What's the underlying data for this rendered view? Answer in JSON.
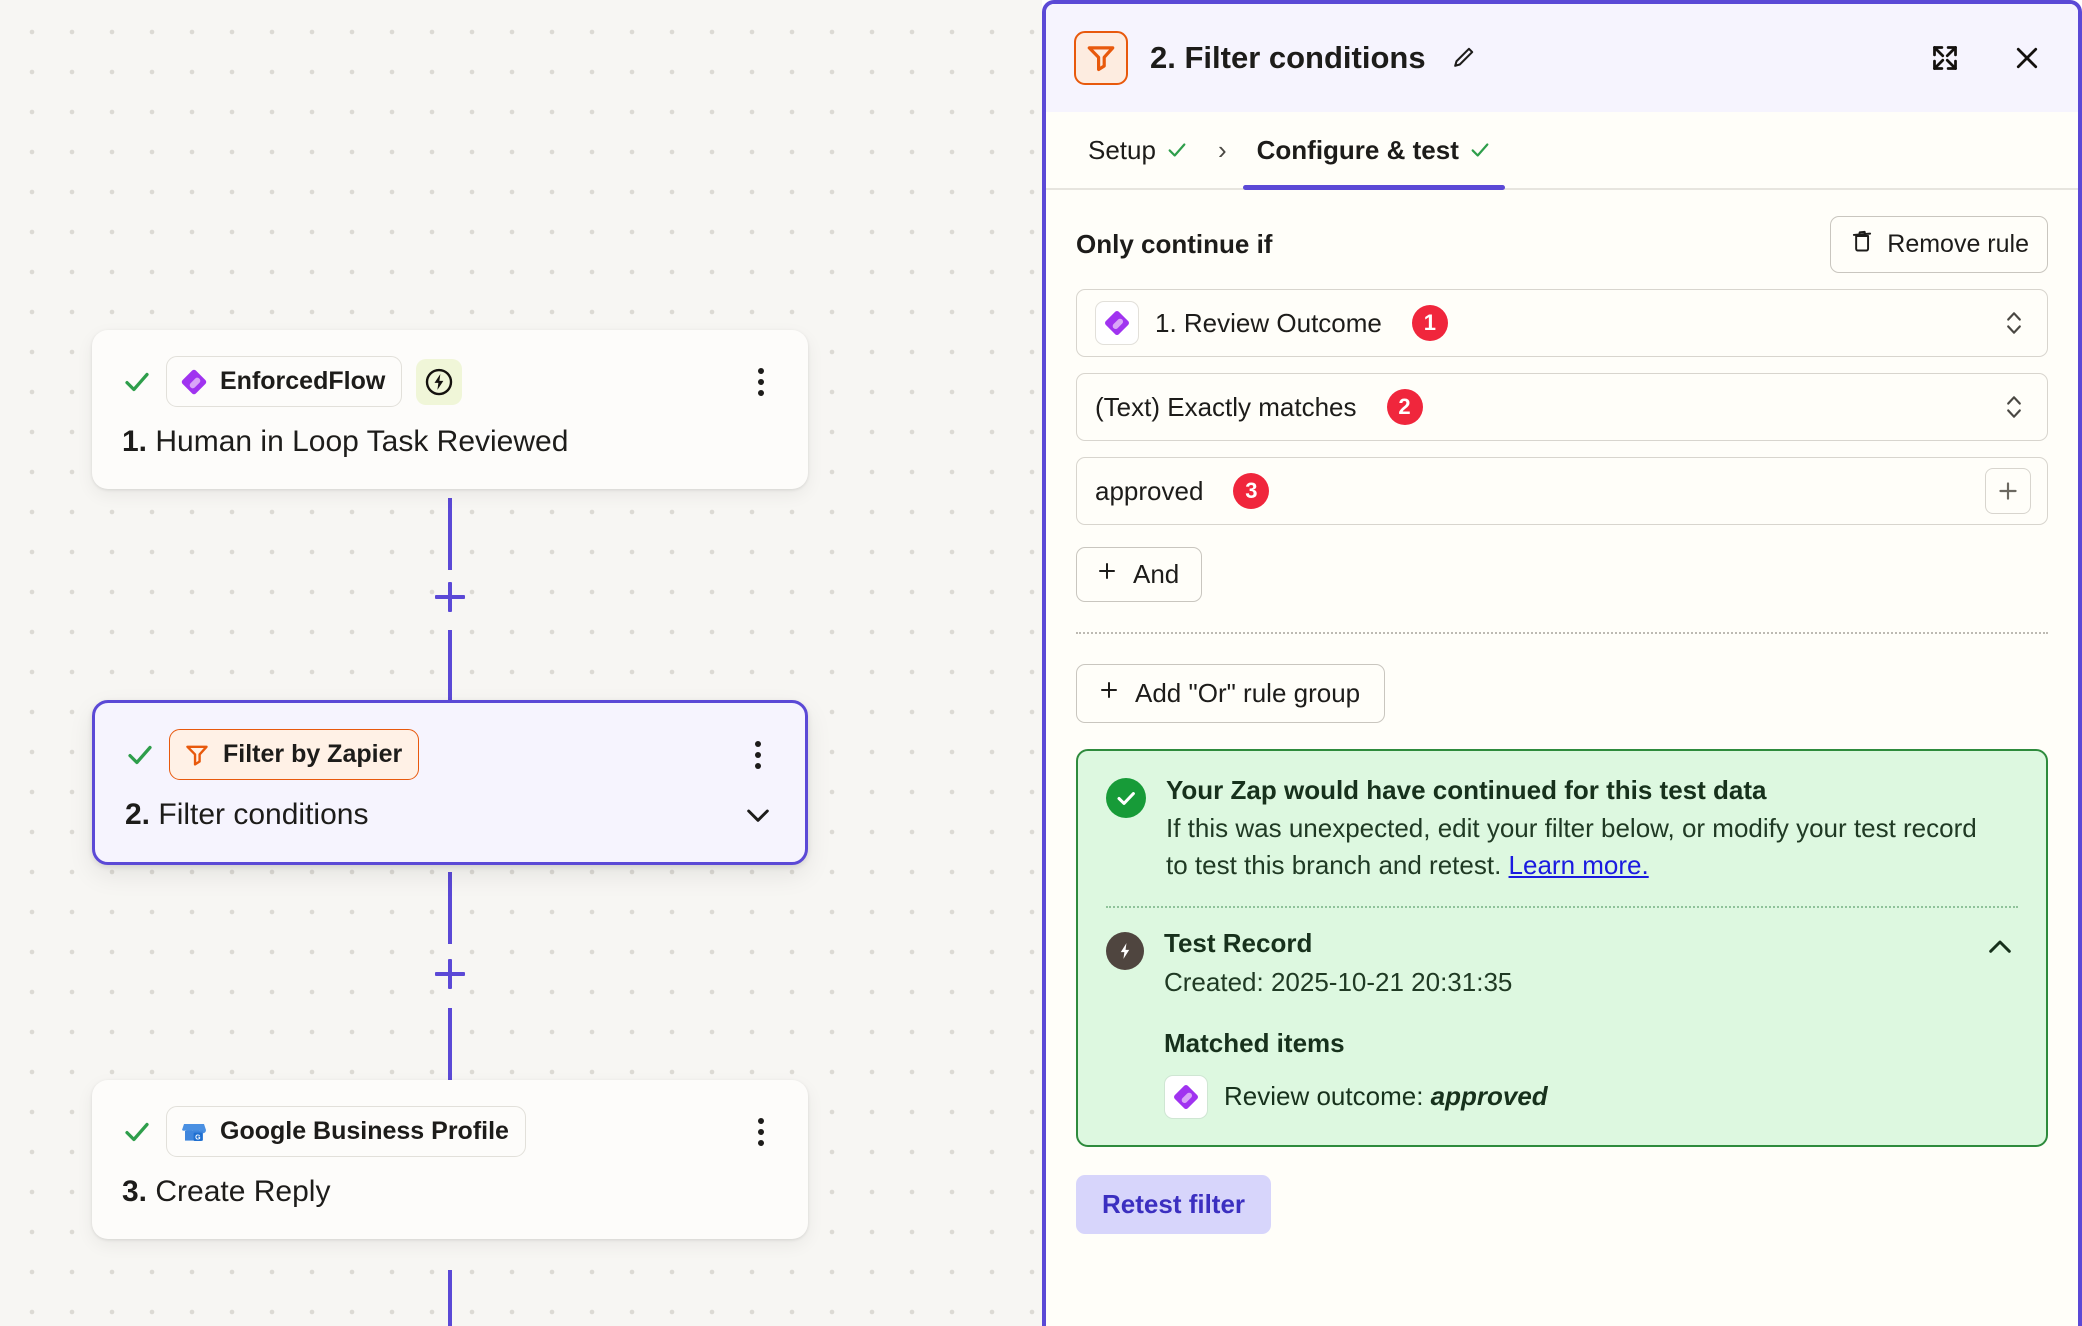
{
  "canvas": {
    "nodes": [
      {
        "id": "node-1",
        "app_label": "EnforcedFlow",
        "app_icon": "enforcedflow-diamond-icon",
        "badge_icon": "lightning-bolt-icon",
        "step_number": "1.",
        "step_title": "Human in Loop Task Reviewed",
        "status_icon": "green-check-icon",
        "selected": false
      },
      {
        "id": "node-2",
        "app_label": "Filter by Zapier",
        "app_icon": "filter-funnel-icon",
        "step_number": "2.",
        "step_title": "Filter conditions",
        "status_icon": "green-check-icon",
        "selected": true,
        "collapse_icon": "chevron-down-icon"
      },
      {
        "id": "node-3",
        "app_label": "Google Business Profile",
        "app_icon": "google-business-profile-icon",
        "step_number": "3.",
        "step_title": "Create Reply",
        "status_icon": "green-check-icon",
        "selected": false
      }
    ]
  },
  "panel": {
    "header": {
      "icon": "filter-funnel-icon",
      "title": "2. Filter conditions",
      "edit_icon": "pencil-icon",
      "expand_icon": "expand-icon",
      "close_icon": "close-icon"
    },
    "tabs": [
      {
        "label": "Setup",
        "active": false,
        "check": "✓"
      },
      {
        "label": "Configure & test",
        "active": true,
        "check": "✓"
      }
    ],
    "tab_separator": "›",
    "rules": {
      "section_label": "Only continue if",
      "remove_button": "Remove rule",
      "remove_icon": "trash-icon",
      "fields": [
        {
          "icon": "enforcedflow-diamond-icon",
          "value": "1. Review Outcome",
          "badge": "1",
          "control": "stepper-icon"
        },
        {
          "icon": null,
          "value": "(Text) Exactly matches",
          "badge": "2",
          "control": "stepper-icon"
        },
        {
          "icon": null,
          "value": "approved",
          "badge": "3",
          "control": "plus-icon"
        }
      ],
      "and_button": "And",
      "or_group_button": "Add \"Or\" rule group"
    },
    "result": {
      "title": "Your Zap would have continued for this test data",
      "body_line1": "If this was unexpected, edit your filter below, or modify your test record",
      "body_line2": "to test this branch and retest.",
      "link_text": "Learn more.",
      "test_record": {
        "title": "Test Record",
        "created": "Created: 2025-10-21 20:31:35",
        "collapse_icon": "chevron-up-icon",
        "matched_label": "Matched items",
        "matched_item_prefix": "Review outcome:",
        "matched_item_value": "approved",
        "matched_item_icon": "enforcedflow-diamond-icon"
      }
    },
    "retest_button": "Retest filter"
  },
  "colors": {
    "accent_purple": "#5b49d6",
    "filter_orange": "#e8590c",
    "badge_red": "#f0263c",
    "success_green": "#179b38",
    "success_bg": "#ddf8e0",
    "link_blue": "#1a1ae0"
  }
}
